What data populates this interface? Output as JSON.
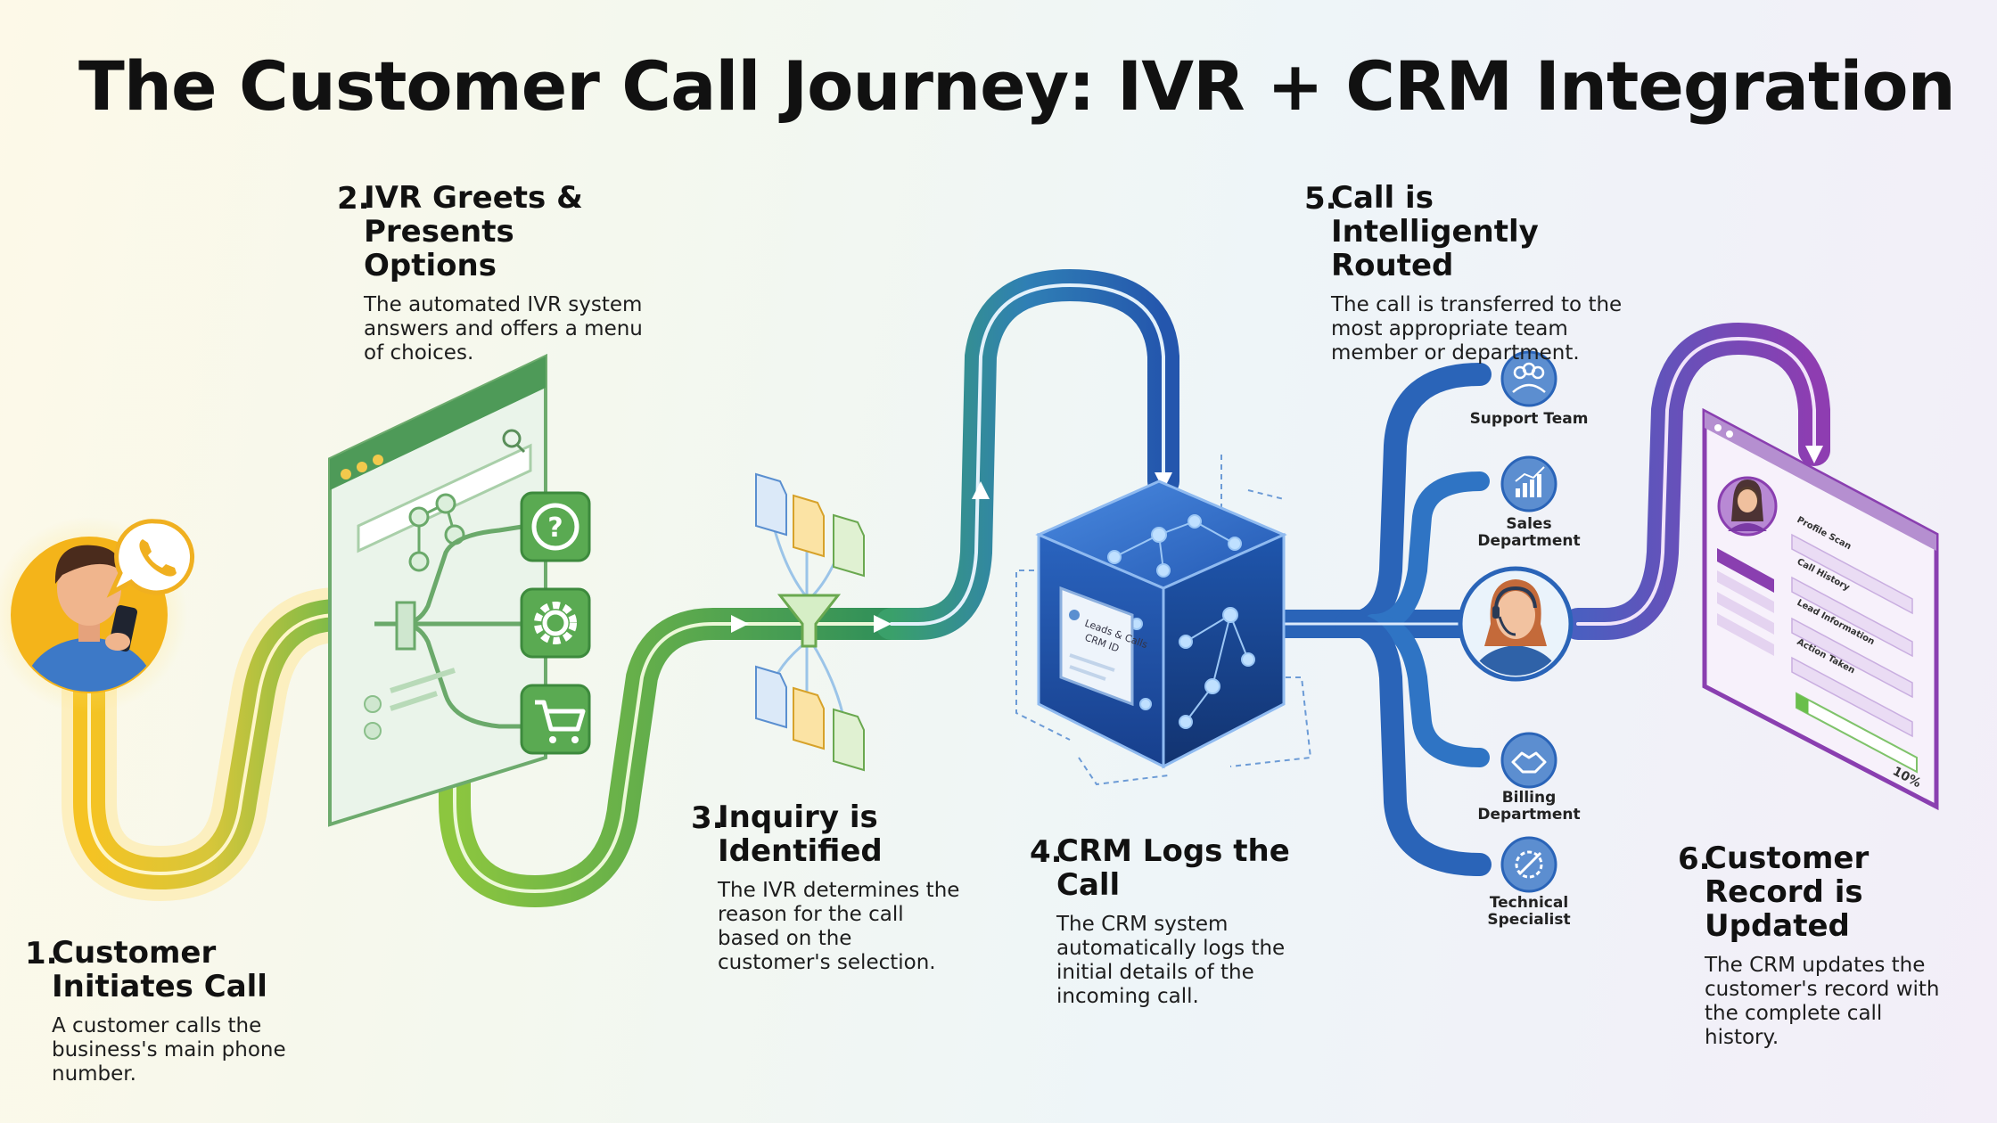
{
  "title": "The Customer Call Journey: IVR + CRM Integration",
  "steps": [
    {
      "num": "1.",
      "heading": "Customer Initiates Call",
      "description": "A customer calls the business's main phone number.",
      "color": "#f2b81c"
    },
    {
      "num": "2.",
      "heading": "IVR Greets & Presents Options",
      "description": "The automated IVR system answers and offers a menu of choices.",
      "color": "#5aa845"
    },
    {
      "num": "3.",
      "heading": "Inquiry is Identified",
      "description": "The IVR determines the reason for the call based on the customer's selection.",
      "color": "#7fc04a"
    },
    {
      "num": "4.",
      "heading": "CRM Logs the Call",
      "description": "The CRM system automatically logs the initial details of the incoming call.",
      "color": "#2a64b8"
    },
    {
      "num": "5.",
      "heading": "Call is Intelligently Routed",
      "description": "The call is transferred to the most appropriate team member or department.",
      "color": "#2f74c4"
    },
    {
      "num": "6.",
      "heading": "Customer Record is Updated",
      "description": "The CRM updates the customer's record with the complete call history.",
      "color": "#8a3fb0"
    }
  ],
  "ivr_menu_icons": [
    "question-icon",
    "gear-icon",
    "cart-icon"
  ],
  "routes": [
    {
      "label": "Support Team",
      "icon": "people-icon"
    },
    {
      "label": "Sales Department",
      "icon": "bar-chart-icon"
    },
    {
      "label": "Billing Department",
      "icon": "handshake-icon"
    },
    {
      "label": "Technical Specialist",
      "icon": "tools-icon"
    }
  ],
  "crm_card": {
    "line1": "Leads & Calls",
    "line2": "CRM ID"
  },
  "record_form": {
    "fields": [
      "Profile Scan",
      "Call History",
      "Lead Information",
      "Action Taken"
    ],
    "progress_label": "10%",
    "progress": 0.1
  },
  "colors": {
    "yellow": "#f2b81c",
    "green": "#5aa845",
    "lightgreen": "#8cc63f",
    "blue": "#2a64b8",
    "purple": "#8a3fb0"
  }
}
